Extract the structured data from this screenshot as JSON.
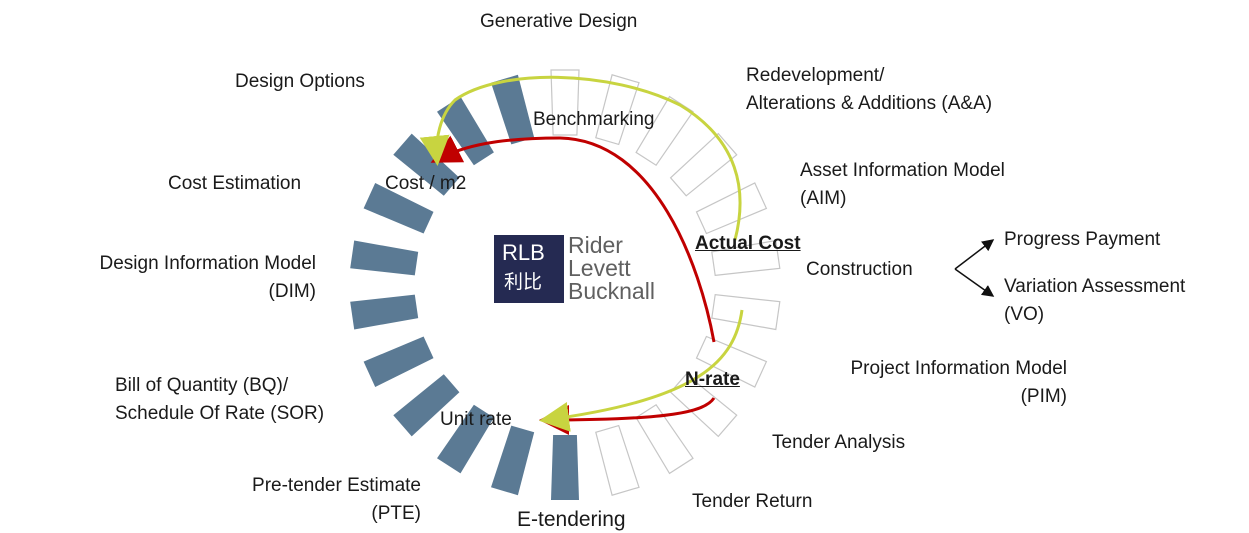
{
  "stages": {
    "generative_design": "Generative Design",
    "redevelopment_line1": "Redevelopment/",
    "redevelopment_line2": "Alterations & Additions (A&A)",
    "aim_line1": "Asset Information Model",
    "aim_line2": "(AIM)",
    "construction": "Construction",
    "progress_payment": "Progress Payment",
    "variation_line1": "Variation Assessment",
    "variation_line2": "(VO)",
    "pim_line1": "Project Information Model",
    "pim_line2": "(PIM)",
    "tender_analysis": "Tender Analysis",
    "tender_return": "Tender Return",
    "e_tendering": "E-tendering",
    "pte_line1": "Pre-tender Estimate",
    "pte_line2": "(PTE)",
    "bq_line1": "Bill of Quantity (BQ)/",
    "bq_line2": "Schedule Of Rate (SOR)",
    "dim_line1": "Design Information Model",
    "dim_line2": "(DIM)",
    "cost_estimation": "Cost Estimation",
    "design_options": "Design Options"
  },
  "inner": {
    "benchmarking": "Benchmarking",
    "cost_m2": "Cost / m2",
    "actual_cost": "Actual Cost",
    "n_rate": "N-rate",
    "unit_rate": "Unit rate"
  },
  "logo": {
    "abbr": "RLB",
    "chinese": "利比",
    "name_line1": "Rider",
    "name_line2": "Levett",
    "name_line3": "Bucknall"
  },
  "colors": {
    "filled_segment": "#5b7a94",
    "outline_segment": "#c6c6c6",
    "yellow_flow": "#c8d440",
    "red_flow": "#c00000",
    "logo_bg": "#252a52"
  }
}
